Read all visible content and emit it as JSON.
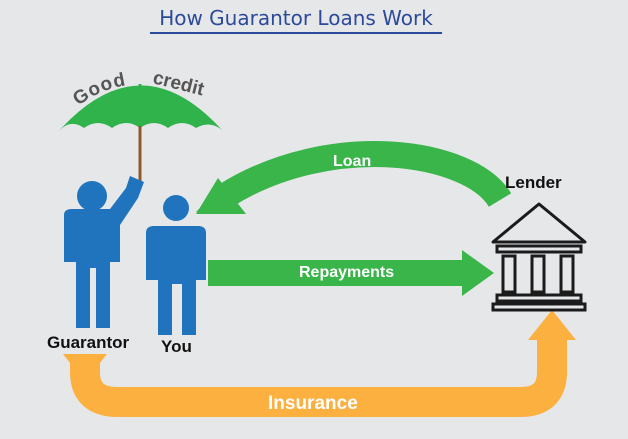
{
  "title": "How Guarantor Loans Work",
  "umbrella": {
    "word1": "Good",
    "word2": "credit"
  },
  "labels": {
    "guarantor": "Guarantor",
    "you": "You",
    "lender": "Lender"
  },
  "arrows": {
    "loan": "Loan",
    "repayments": "Repayments",
    "insurance": "Insurance"
  },
  "colors": {
    "person": "#1f74bd",
    "umbrella": "#2fb34a",
    "green_arrow": "#39b54a",
    "insurance_arrow": "#fbb040",
    "lender_icon": "#1b1b1b",
    "title": "#2b4a9a"
  },
  "icons": {
    "lender": "bank-building-icon",
    "umbrella": "umbrella-icon"
  }
}
